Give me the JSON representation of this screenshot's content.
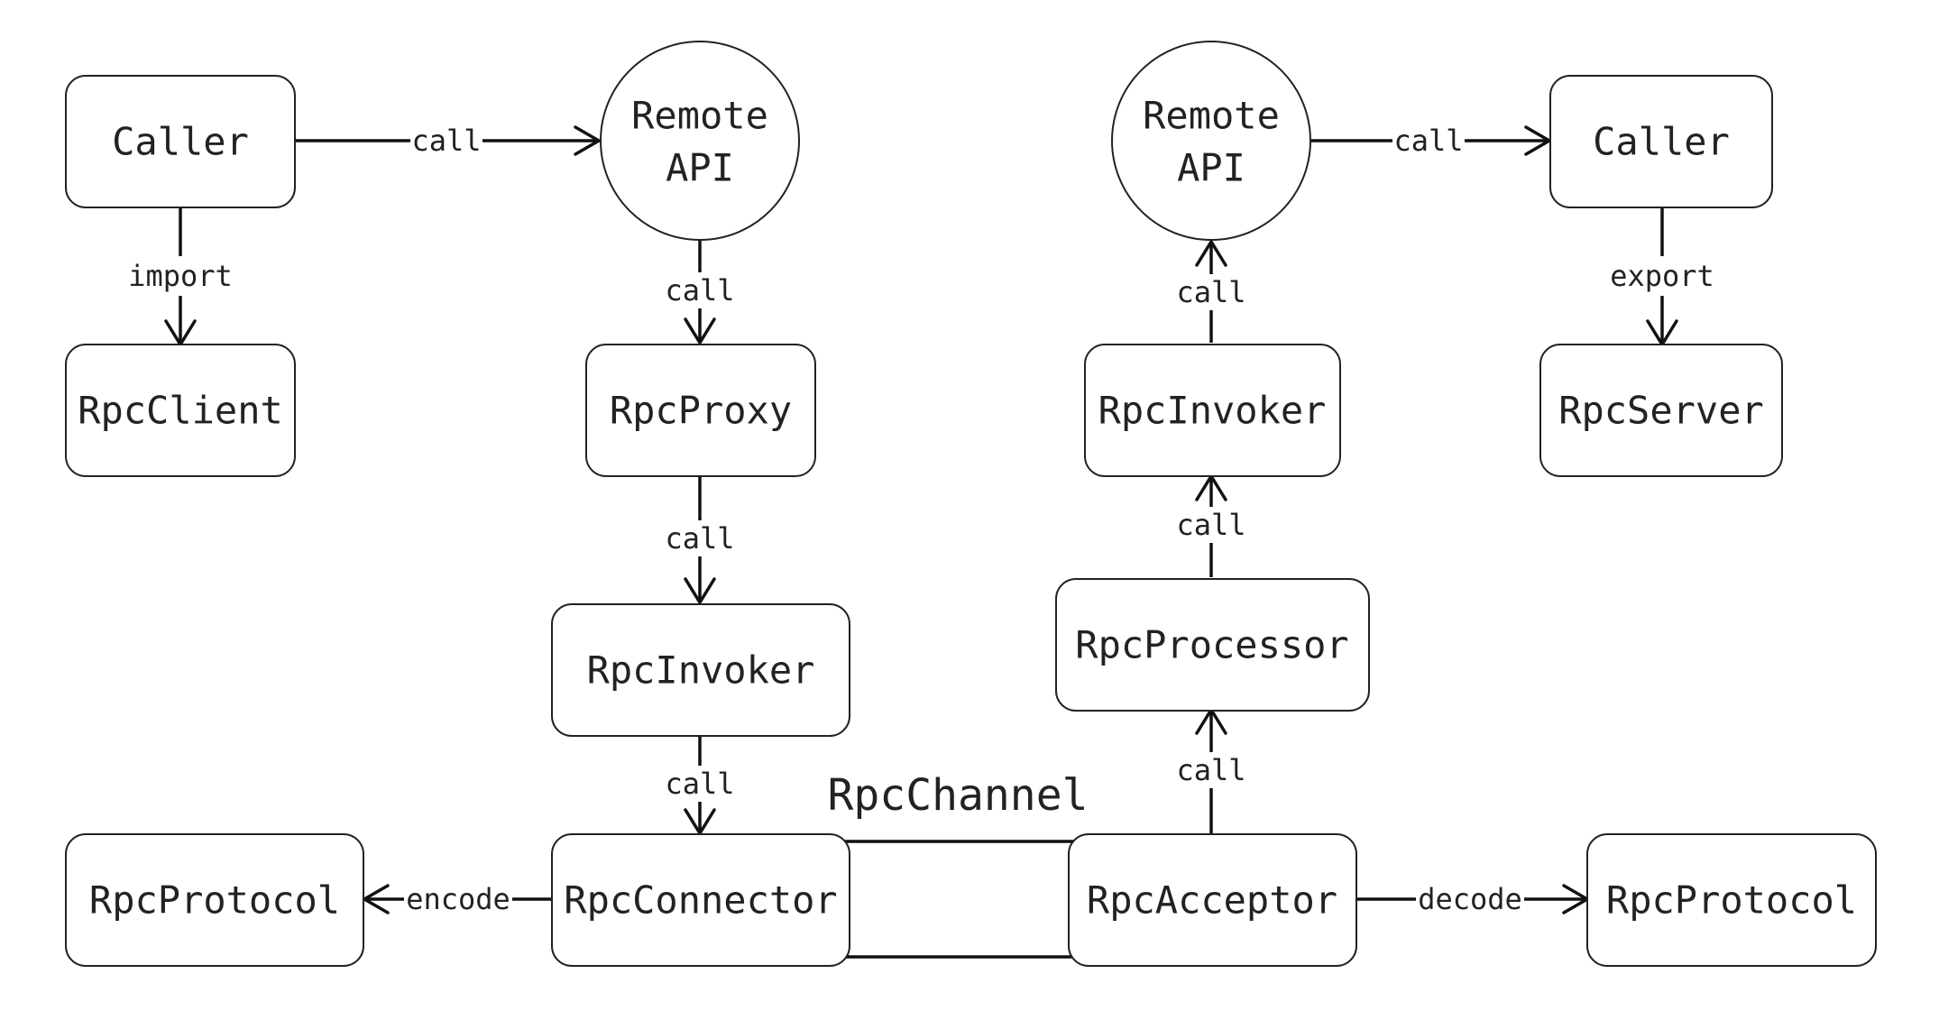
{
  "nodes": {
    "caller_client": "Caller",
    "rpc_client": "RpcClient",
    "remote_api_client": [
      "Remote",
      "API"
    ],
    "rpc_proxy": "RpcProxy",
    "rpc_invoker_client": "RpcInvoker",
    "rpc_connector": "RpcConnector",
    "rpc_protocol_client": "RpcProtocol",
    "remote_api_server": [
      "Remote",
      "API"
    ],
    "caller_server": "Caller",
    "rpc_server": "RpcServer",
    "rpc_invoker_server": "RpcInvoker",
    "rpc_processor": "RpcProcessor",
    "rpc_acceptor": "RpcAcceptor",
    "rpc_protocol_server": "RpcProtocol"
  },
  "edges": {
    "import": "import",
    "call": "call",
    "encode": "encode",
    "decode": "decode",
    "export": "export"
  },
  "channel": {
    "label": "RpcChannel"
  }
}
